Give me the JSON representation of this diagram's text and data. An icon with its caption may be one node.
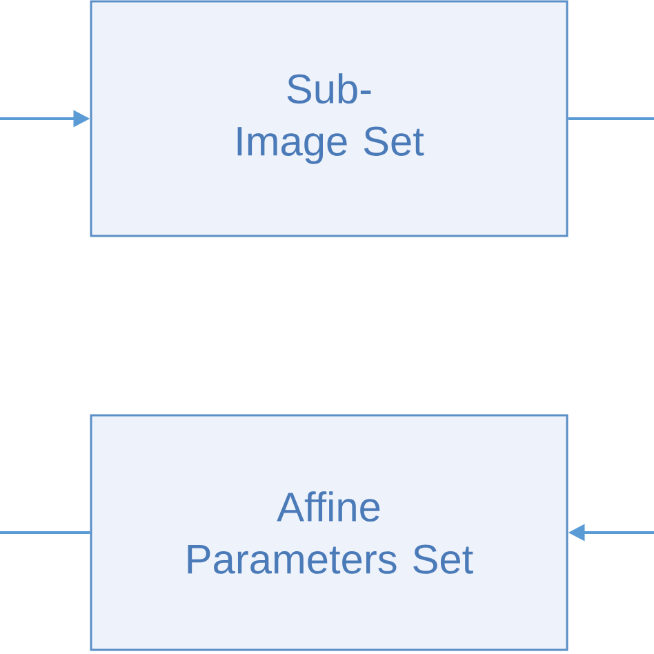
{
  "diagram": {
    "nodes": [
      {
        "text": [
          "Sub-Image Set"
        ]
      },
      {
        "text": [
          "Affine Parameters Set"
        ]
      }
    ],
    "edges": [
      {
        "from": null,
        "to": 0,
        "arrow": "to"
      },
      {
        "from": 0,
        "to": null,
        "arrow": "none"
      },
      {
        "from": null,
        "to": 1,
        "arrow": "to"
      },
      {
        "from": 1,
        "to": null,
        "arrow": "none"
      }
    ]
  }
}
